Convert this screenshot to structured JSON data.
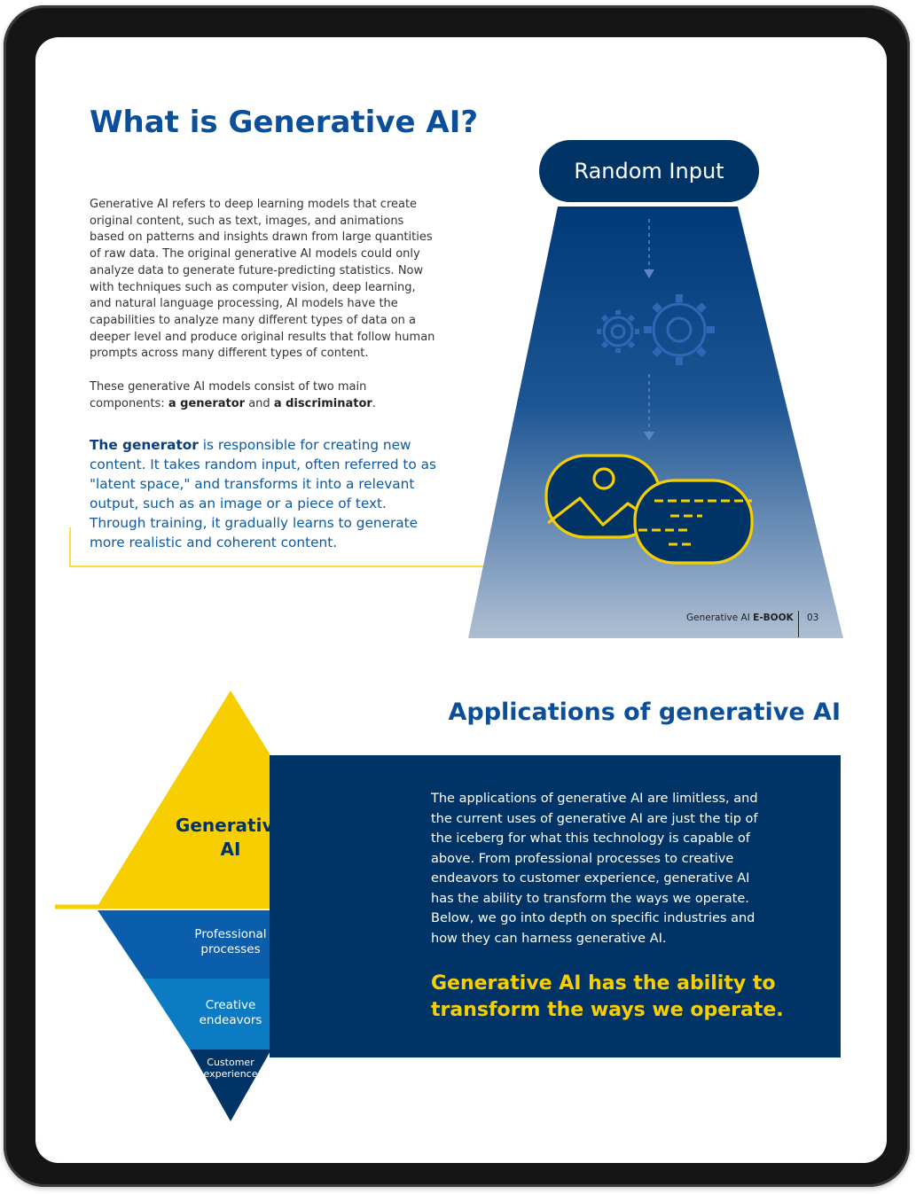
{
  "page": {
    "title": "What is Generative AI?",
    "intro": "Generative AI refers to deep learning models that create original content, such as text, images, and animations based on patterns and insights drawn from large quantities of raw data. The original generative AI models could only analyze data to generate future-predicting statistics. Now with techniques such as computer vision, deep learning, and natural language processing, AI models have the capabilities to analyze many different types of data on a deeper level and produce original results that follow human prompts across many different types of content.",
    "components": {
      "lead": "These generative AI models consist of two main components:",
      "generator": "a generator",
      "and": "and",
      "discriminator": "a discriminator",
      "end": "."
    },
    "generator_para": {
      "bold": "The generator",
      "rest": "is responsible for creating new content. It takes random input, often referred to as \"latent space,\" and transforms it into a relevant output, such as an image or a piece of text. Through training, it gradually learns to generate more realistic and coherent content."
    },
    "diagram": {
      "input_label": "Random Input",
      "icons": [
        "gears-icon",
        "image-icon",
        "text-bubble-icon"
      ]
    },
    "footer": {
      "label": "Generative AI",
      "label_bold": "E-BOOK",
      "page": "03"
    },
    "applications": {
      "title": "Applications of generative AI",
      "body": "The applications of generative AI are limitless, and the current uses of generative AI are just the tip of the iceberg for what this technology is capable of above. From professional processes to creative endeavors to customer experience, generative AI has the ability to transform the ways we operate. Below, we go into depth on specific industries and how they can harness generative AI.",
      "highlight": "Generative AI has the ability to transform the ways we operate."
    },
    "pyramid": {
      "top": [
        "Generative",
        "AI"
      ],
      "level1": [
        "Professional",
        "processes"
      ],
      "level2": [
        "Creative",
        "endeavors"
      ],
      "level3": [
        "Customer",
        "experience"
      ]
    }
  },
  "colors": {
    "navy": "#003466",
    "blue_title": "#0b4f9a",
    "yellow": "#f7cf00",
    "mid_blue": "#0a5eab",
    "light_blue": "#0b7cc4"
  }
}
